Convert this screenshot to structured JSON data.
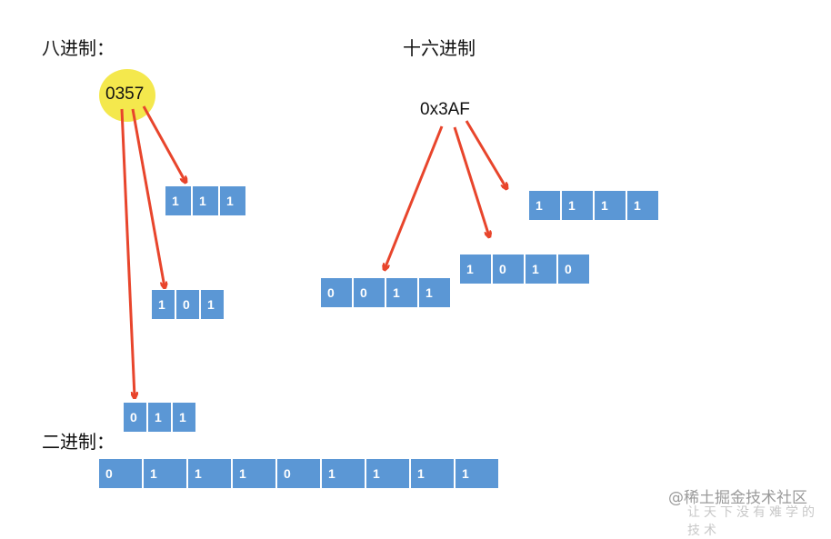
{
  "labels": {
    "octal": "八进制：",
    "hex": "十六进制",
    "binary": "二进制："
  },
  "octal_number": "0357",
  "hex_number": "0x3AF",
  "octal_groups": [
    {
      "digit": "3",
      "bits": [
        "0",
        "1",
        "1"
      ]
    },
    {
      "digit": "5",
      "bits": [
        "1",
        "0",
        "1"
      ]
    },
    {
      "digit": "7",
      "bits": [
        "1",
        "1",
        "1"
      ]
    }
  ],
  "hex_groups": [
    {
      "digit": "3",
      "bits": [
        "0",
        "0",
        "1",
        "1"
      ]
    },
    {
      "digit": "A",
      "bits": [
        "1",
        "0",
        "1",
        "0"
      ]
    },
    {
      "digit": "F",
      "bits": [
        "1",
        "1",
        "1",
        "1"
      ]
    }
  ],
  "binary_bits": [
    "0",
    "1",
    "1",
    "1",
    "0",
    "1",
    "1",
    "1",
    "1"
  ],
  "colors": {
    "cell": "#5b97d5",
    "arrow": "#e8452c",
    "highlight": "#f3e63a"
  },
  "watermark": "@稀土掘金技术社区",
  "watermark_extra": "让天下没有难学的技术"
}
